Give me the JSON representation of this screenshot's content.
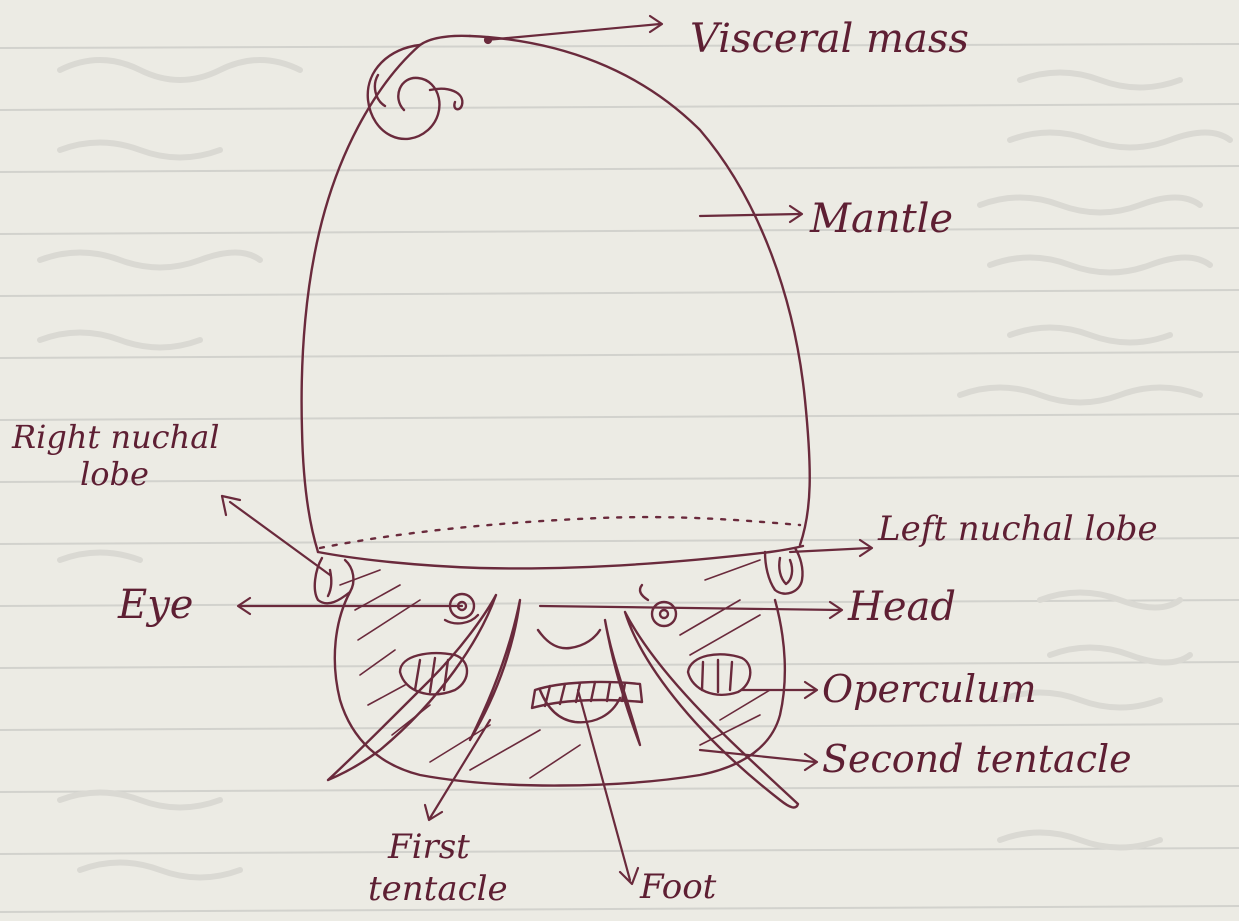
{
  "diagram": {
    "labels": {
      "visceral_mass": "Visceral mass",
      "mantle": "Mantle",
      "right_nuchal_lobe_line1": "Right nuchal",
      "right_nuchal_lobe_line2": "lobe",
      "left_nuchal_lobe": "Left nuchal lobe",
      "eye": "Eye",
      "head": "Head",
      "operculum": "Operculum",
      "second_tentacle": "Second tentacle",
      "first_tentacle_line1": "First",
      "first_tentacle_line2": "tentacle",
      "foot": "Foot"
    }
  },
  "colors": {
    "paper": "#ecebe4",
    "ink": "#6a2a3c",
    "rule_lines": "#d2d2cd"
  }
}
